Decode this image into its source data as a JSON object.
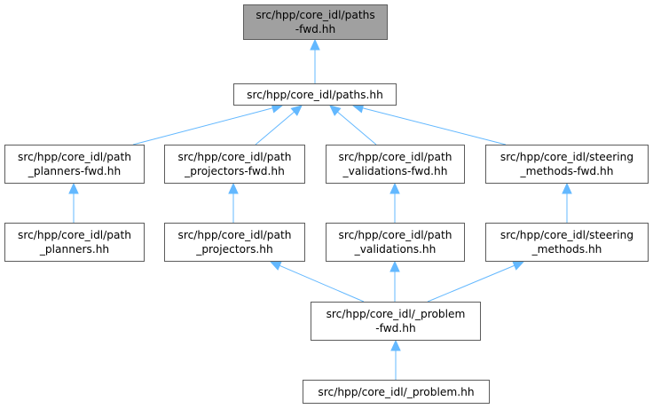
{
  "diagram": {
    "nodes": [
      {
        "id": "paths_fwd",
        "lines": [
          "src/hpp/core_idl/paths",
          "-fwd.hh"
        ],
        "current": true
      },
      {
        "id": "paths",
        "lines": [
          "src/hpp/core_idl/paths.hh"
        ]
      },
      {
        "id": "path_planners_fwd",
        "lines": [
          "src/hpp/core_idl/path",
          "_planners-fwd.hh"
        ]
      },
      {
        "id": "path_projectors_fwd",
        "lines": [
          "src/hpp/core_idl/path",
          "_projectors-fwd.hh"
        ]
      },
      {
        "id": "path_validations_fwd",
        "lines": [
          "src/hpp/core_idl/path",
          "_validations-fwd.hh"
        ]
      },
      {
        "id": "steering_methods_fwd",
        "lines": [
          "src/hpp/core_idl/steering",
          "_methods-fwd.hh"
        ]
      },
      {
        "id": "path_planners",
        "lines": [
          "src/hpp/core_idl/path",
          "_planners.hh"
        ]
      },
      {
        "id": "path_projectors",
        "lines": [
          "src/hpp/core_idl/path",
          "_projectors.hh"
        ]
      },
      {
        "id": "path_validations",
        "lines": [
          "src/hpp/core_idl/path",
          "_validations.hh"
        ]
      },
      {
        "id": "steering_methods",
        "lines": [
          "src/hpp/core_idl/steering",
          "_methods.hh"
        ]
      },
      {
        "id": "problem_fwd",
        "lines": [
          "src/hpp/core_idl/_problem",
          "-fwd.hh"
        ]
      },
      {
        "id": "problem",
        "lines": [
          "src/hpp/core_idl/_problem.hh"
        ]
      }
    ],
    "edges": [
      {
        "from": "paths",
        "to": "paths_fwd"
      },
      {
        "from": "path_planners_fwd",
        "to": "paths"
      },
      {
        "from": "path_projectors_fwd",
        "to": "paths"
      },
      {
        "from": "path_validations_fwd",
        "to": "paths"
      },
      {
        "from": "steering_methods_fwd",
        "to": "paths"
      },
      {
        "from": "path_planners",
        "to": "path_planners_fwd"
      },
      {
        "from": "path_projectors",
        "to": "path_projectors_fwd"
      },
      {
        "from": "path_validations",
        "to": "path_validations_fwd"
      },
      {
        "from": "steering_methods",
        "to": "steering_methods_fwd"
      },
      {
        "from": "problem_fwd",
        "to": "path_projectors"
      },
      {
        "from": "problem_fwd",
        "to": "path_validations"
      },
      {
        "from": "problem_fwd",
        "to": "steering_methods"
      },
      {
        "from": "problem",
        "to": "problem_fwd"
      }
    ],
    "colors": {
      "edge": "#63b8ff",
      "node_border": "#5c5c5c",
      "current_fill": "#a0a0a0"
    }
  }
}
